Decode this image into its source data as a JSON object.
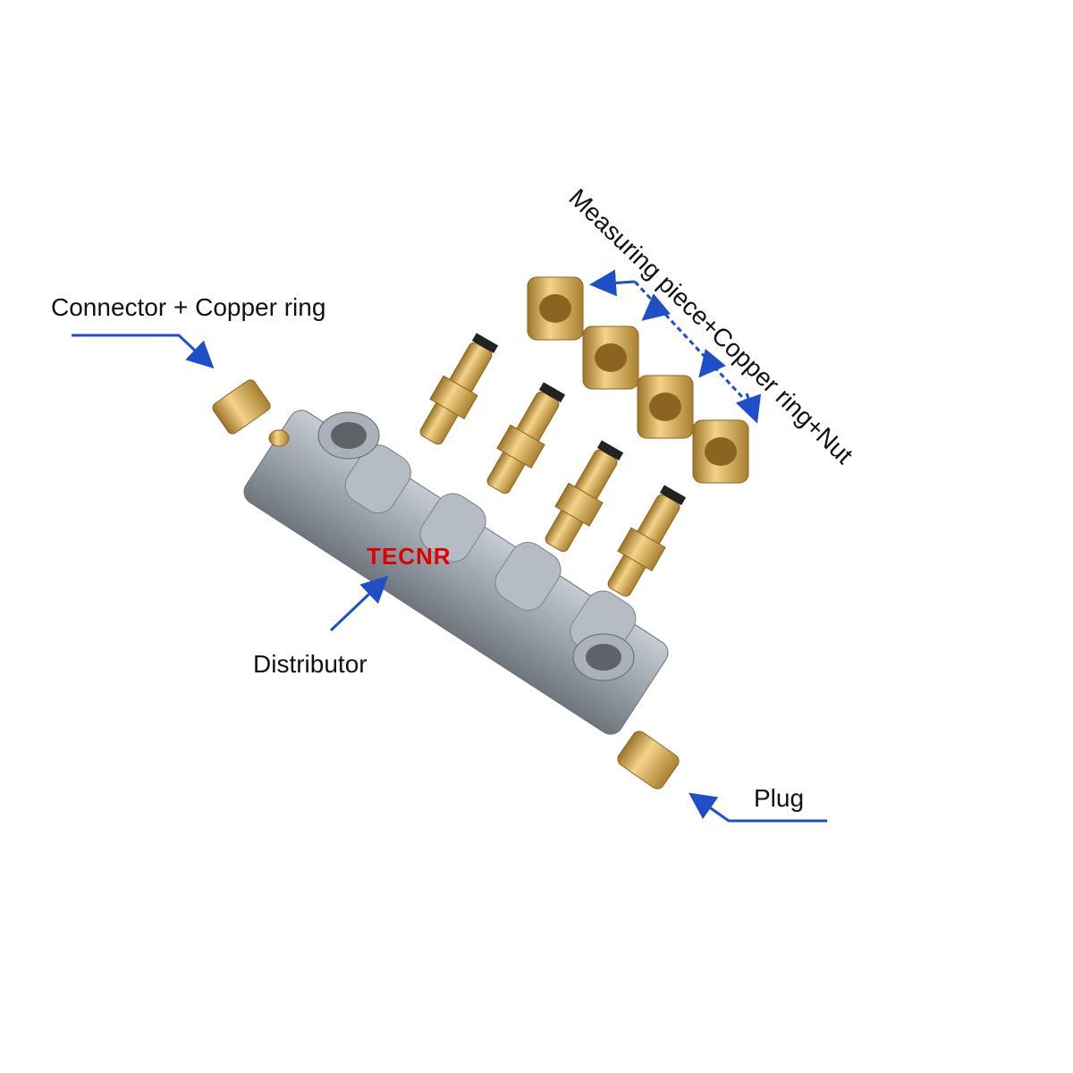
{
  "labels": {
    "connector": "Connector + Copper ring",
    "measuring": "Measuring piece+Copper ring+Nut",
    "brand": "TECNR",
    "distributor": "Distributor",
    "plug": "Plug"
  },
  "colors": {
    "arrow": "#1f4fc8",
    "brass": "#d6aa52",
    "body": "#9ca4ac",
    "brand": "#e00000"
  }
}
